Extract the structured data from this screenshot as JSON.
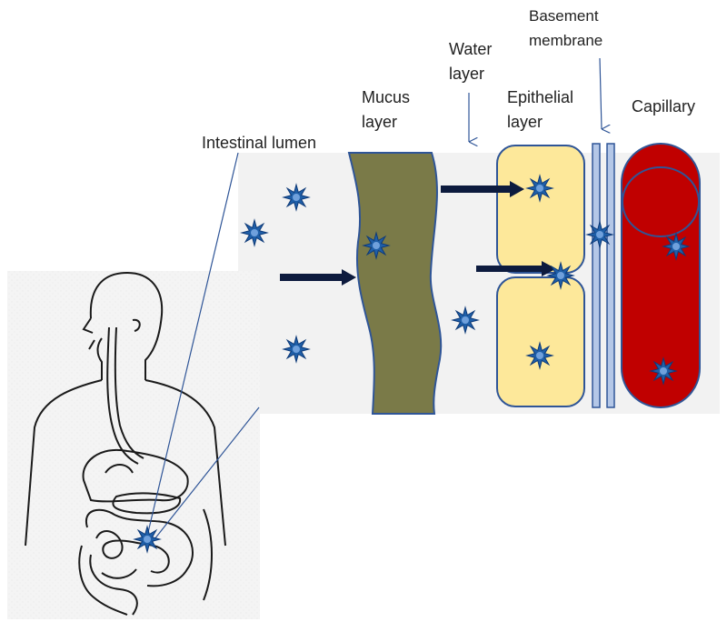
{
  "labels": {
    "intestinal_lumen": "Intestinal lumen",
    "mucus_line1": "Mucus",
    "mucus_line2": "layer",
    "water_line1": "Water",
    "water_line2": "layer",
    "epithelial_line1": "Epithelial",
    "epithelial_line2": "layer",
    "basement_line1": "Basement",
    "basement_line2": "membrane",
    "capillary": "Capillary"
  },
  "colors": {
    "panel_background": "#f2f2f2",
    "mucus_fill": "#7a7a48",
    "cell_fill": "#fde89a",
    "membrane_fill": "#b4c7e7",
    "capillary_fill": "#c00000",
    "outline": "#2f5597",
    "molecule": "#1f5fa8",
    "arrow": "#0d1b3e"
  },
  "icons": {
    "molecule": "star-burst-icon",
    "body": "human-torso-icon"
  }
}
